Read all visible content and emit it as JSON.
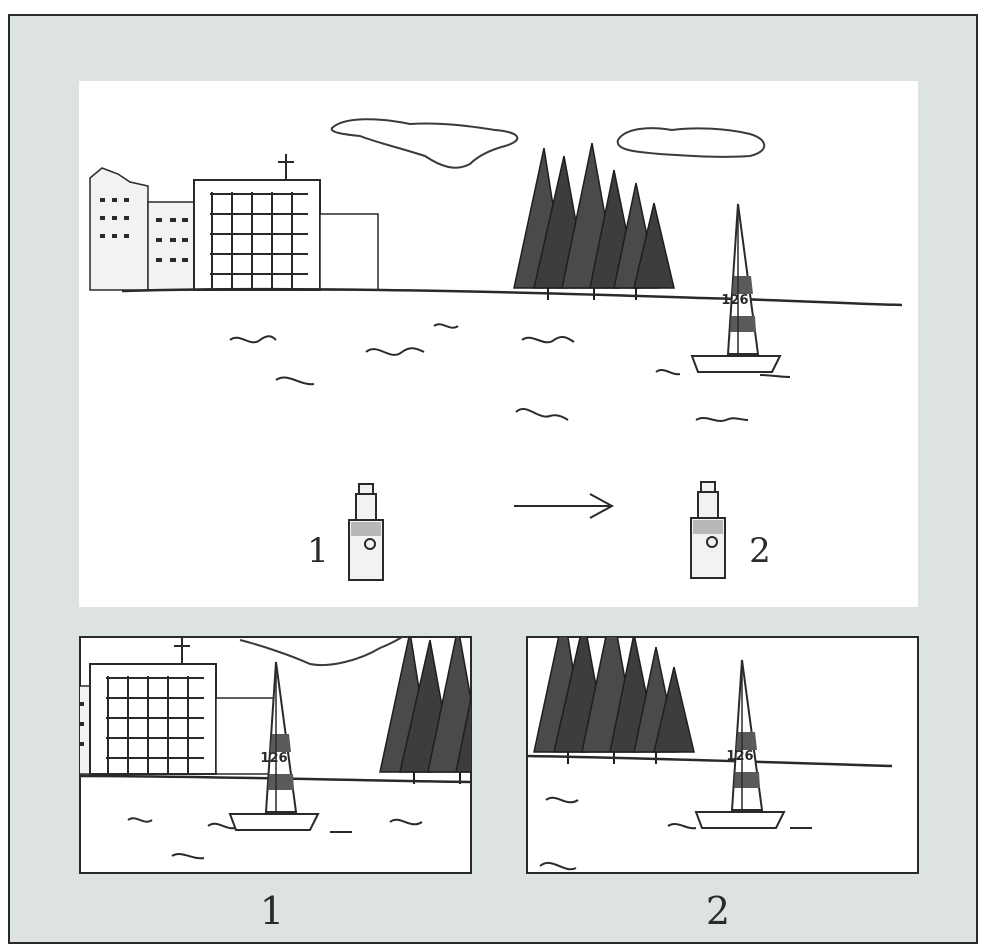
{
  "main_scene": {
    "boat_number": "126",
    "camera_1_label": "1",
    "camera_2_label": "2"
  },
  "frames": [
    {
      "label": "1",
      "boat_number": "126"
    },
    {
      "label": "2",
      "boat_number": "126"
    }
  ]
}
